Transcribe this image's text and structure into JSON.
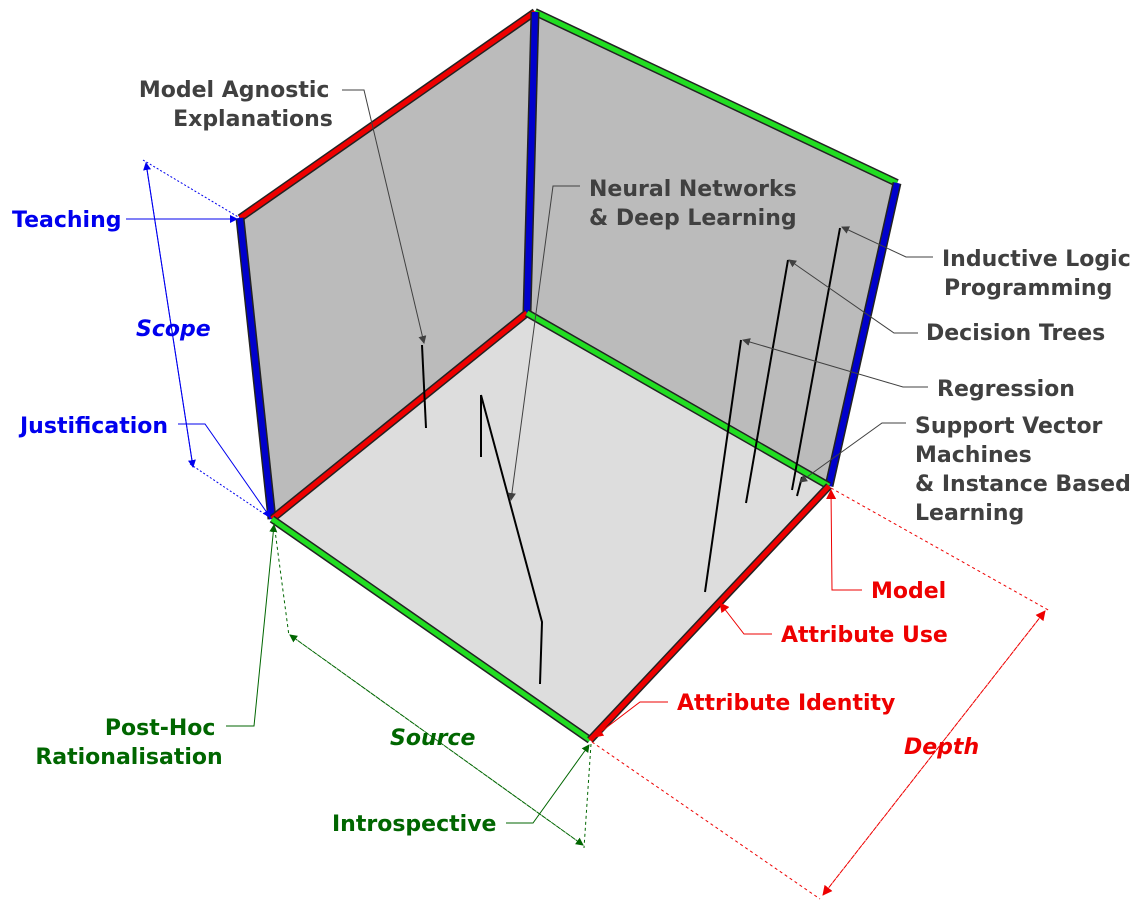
{
  "labels": {
    "model_agnostic": [
      "Model Agnostic",
      "Explanations"
    ],
    "neural_networks": [
      "Neural Networks",
      "& Deep Learning"
    ],
    "inductive_logic": [
      "Inductive Logic",
      "Programming"
    ],
    "decision_trees": "Decision Trees",
    "regression": "Regression",
    "svm": [
      "Support Vector",
      "Machines",
      "& Instance Based",
      "Learning"
    ],
    "teaching": "Teaching",
    "scope": "Scope",
    "justification": "Justification",
    "post_hoc": [
      "Post-Hoc",
      "Rationalisation"
    ],
    "source": "Source",
    "introspective": "Introspective",
    "model": "Model",
    "attribute_use": "Attribute Use",
    "attribute_identity": "Attribute Identity",
    "depth": "Depth"
  },
  "colors": {
    "scope_axis": "#0000ee",
    "source_axis": "#006600",
    "depth_axis": "#ee0000",
    "back_wall": "#bbbbbb",
    "floor": "#dddddd",
    "dark_text": "#404040"
  }
}
